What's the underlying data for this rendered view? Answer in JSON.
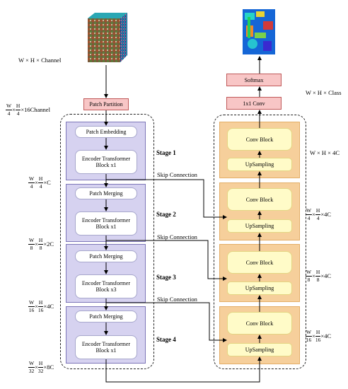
{
  "input_label": "W × H × Channel",
  "patch_partition": "Patch Partition",
  "dim1": {
    "w": "W",
    "wd": "4",
    "h": "H",
    "hd": "4",
    "suffix": "16Channel"
  },
  "patch_embedding": "Patch Embedding",
  "encoder1": "Encoder Transformer Block x1",
  "stage1": "Stage 1",
  "dim2": {
    "w": "W",
    "wd": "4",
    "h": "H",
    "hd": "4",
    "suffix": "C"
  },
  "skip1": "Skip Connection",
  "patch_merging2": "Patch Merging",
  "encoder2": "Encoder Transformer Block x1",
  "stage2": "Stage 2",
  "dim3": {
    "w": "W",
    "wd": "8",
    "h": "H",
    "hd": "8",
    "suffix": "2C"
  },
  "skip2": "Skip Connection",
  "patch_merging3": "Patch Merging",
  "encoder3": "Encoder Transformer Block x3",
  "stage3": "Stage 3",
  "dim4": {
    "w": "W",
    "wd": "16",
    "h": "H",
    "hd": "16",
    "suffix": "4C"
  },
  "skip3": "Skip Connection",
  "patch_merging4": "Patch Merging",
  "encoder4": "Encoder Transformer Block x1",
  "stage4": "Stage 4",
  "dim5": {
    "w": "W",
    "wd": "32",
    "h": "H",
    "hd": "32",
    "suffix": "8C"
  },
  "softmax": "Softmax",
  "conv1x1": "1x1 Conv",
  "output_label": "W × H × Class",
  "conv_block": "Conv Block",
  "upsampling": "UpSampling",
  "dec_dim1": "W × H × 4C",
  "dec_dim2": {
    "w": "W",
    "wd": "4",
    "h": "H",
    "hd": "4",
    "suffix": "4C"
  },
  "dec_dim3": {
    "w": "W",
    "wd": "8",
    "h": "H",
    "hd": "8",
    "suffix": "4C"
  },
  "dec_dim4": {
    "w": "W",
    "wd": "16",
    "h": "H",
    "hd": "16",
    "suffix": "4C"
  }
}
